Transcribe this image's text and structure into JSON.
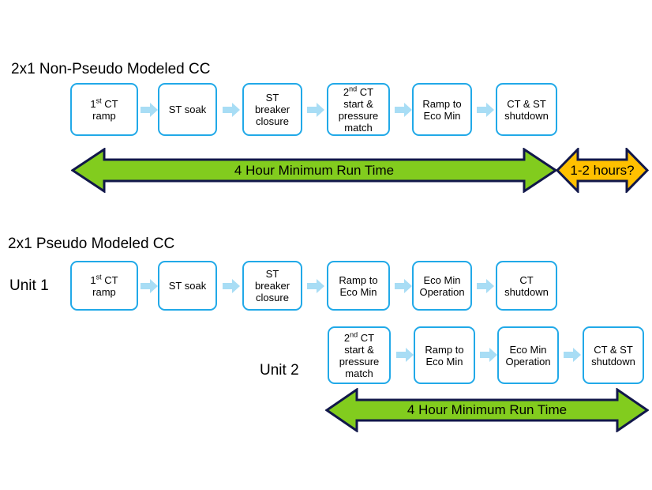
{
  "diagram": {
    "title_hidden": "Combined Cycle Start Sequence Comparison",
    "colors": {
      "box_border": "#21A9E8",
      "box_fill": "#FFFFFF",
      "connector": "#A8DDF5",
      "green_fill": "#82CC1E",
      "green_outline": "#11174A",
      "orange_fill": "#FFC000",
      "orange_outline": "#11174A",
      "text": "#000000"
    },
    "sections": [
      {
        "id": "non-pseudo",
        "title": "2x1 Non-Pseudo Modeled CC",
        "rows": [
          {
            "id": "non-pseudo-row",
            "unit_label": "",
            "steps": [
              {
                "id": "first-ct-ramp",
                "lines": [
                  "1st CT",
                  "ramp"
                ],
                "sup": "st",
                "sup_base": "1",
                "sup_tail": " CT"
              },
              {
                "id": "st-soak",
                "lines": [
                  "ST soak"
                ]
              },
              {
                "id": "st-breaker-closure",
                "lines": [
                  "ST",
                  "breaker",
                  "closure"
                ]
              },
              {
                "id": "second-ct-start-pressure-match",
                "lines": [
                  "2nd CT",
                  "start &",
                  "pressure",
                  "match"
                ],
                "sup": "nd",
                "sup_base": "2",
                "sup_tail": " CT"
              },
              {
                "id": "ramp-to-eco-min",
                "lines": [
                  "Ramp to",
                  "Eco Min"
                ]
              },
              {
                "id": "ct-and-st-shutdown",
                "lines": [
                  "CT & ST",
                  "shutdown"
                ]
              }
            ]
          }
        ],
        "arrows": [
          {
            "id": "four-hour-min-run-time-top",
            "label": "4 Hour Minimum Run Time",
            "color": "green",
            "heads": "both"
          },
          {
            "id": "one-to-two-hours",
            "label": "1-2 hours?",
            "color": "orange",
            "heads": "both"
          }
        ]
      },
      {
        "id": "pseudo",
        "title": "2x1 Pseudo Modeled CC",
        "rows": [
          {
            "id": "unit-1-row",
            "unit_label": "Unit 1",
            "steps": [
              {
                "id": "u1-first-ct-ramp",
                "lines": [
                  "1st CT",
                  "ramp"
                ],
                "sup": "st",
                "sup_base": "1",
                "sup_tail": " CT"
              },
              {
                "id": "u1-st-soak",
                "lines": [
                  "ST soak"
                ]
              },
              {
                "id": "u1-st-breaker-closure",
                "lines": [
                  "ST",
                  "breaker",
                  "closure"
                ]
              },
              {
                "id": "u1-ramp-to-eco-min",
                "lines": [
                  "Ramp to",
                  "Eco Min"
                ]
              },
              {
                "id": "u1-eco-min-operation",
                "lines": [
                  "Eco Min",
                  "Operation"
                ]
              },
              {
                "id": "u1-ct-shutdown",
                "lines": [
                  "CT",
                  "shutdown"
                ]
              }
            ]
          },
          {
            "id": "unit-2-row",
            "unit_label": "Unit 2",
            "steps": [
              {
                "id": "u2-second-ct-start-pressure-match",
                "lines": [
                  "2nd CT",
                  "start &",
                  "pressure",
                  "match"
                ],
                "sup": "nd",
                "sup_base": "2",
                "sup_tail": " CT"
              },
              {
                "id": "u2-ramp-to-eco-min",
                "lines": [
                  "Ramp to",
                  "Eco Min"
                ]
              },
              {
                "id": "u2-eco-min-operation",
                "lines": [
                  "Eco Min",
                  "Operation"
                ]
              },
              {
                "id": "u2-ct-and-st-shutdown",
                "lines": [
                  "CT & ST",
                  "shutdown"
                ]
              }
            ]
          }
        ],
        "arrows": [
          {
            "id": "four-hour-min-run-time-bottom",
            "label": "4 Hour Minimum Run Time",
            "color": "green",
            "heads": "both"
          }
        ]
      }
    ]
  }
}
